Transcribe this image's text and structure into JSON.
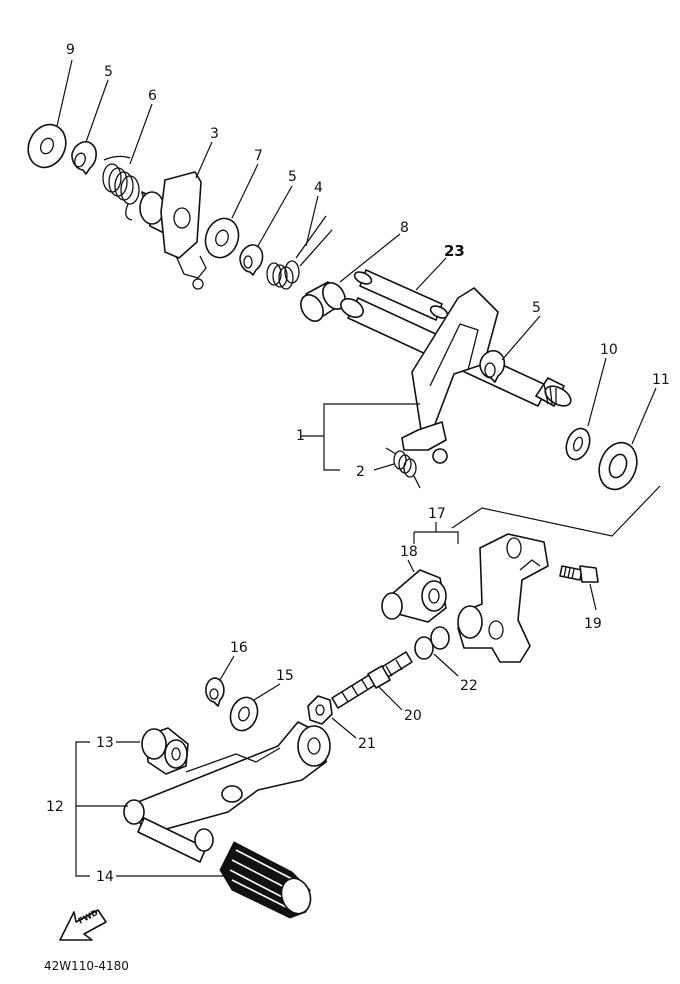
{
  "diagram_code": "42W110-4180",
  "fwd_label": "FWD",
  "callouts": {
    "c1": "1",
    "c2": "2",
    "c3": "3",
    "c4": "4",
    "c5a": "5",
    "c5b": "5",
    "c5c": "5",
    "c6": "6",
    "c7": "7",
    "c8": "8",
    "c9": "9",
    "c10": "10",
    "c11": "11",
    "c12": "12",
    "c13": "13",
    "c14": "14",
    "c15": "15",
    "c16": "16",
    "c17": "17",
    "c18": "18",
    "c19": "19",
    "c20": "20",
    "c21": "21",
    "c22": "22",
    "c23": "23"
  }
}
